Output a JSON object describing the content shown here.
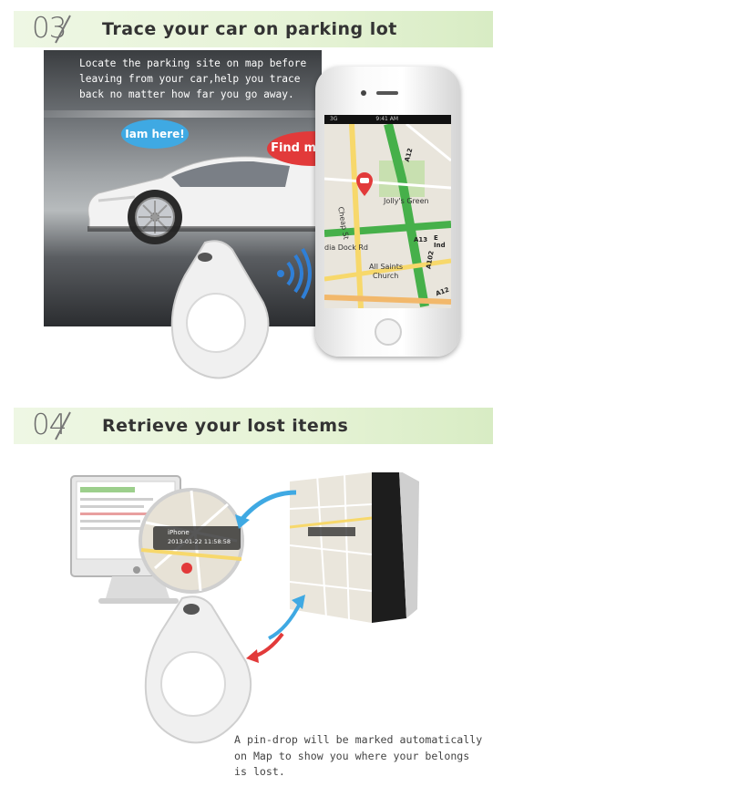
{
  "section1": {
    "number": "03",
    "title": "Trace your car on parking lot",
    "description": [
      "Locate the parking site on map before",
      "leaving from your car,help you trace",
      "back no matter how far you go away."
    ],
    "bubble_left": "Iam here!",
    "bubble_right": "Find my car!",
    "phone": {
      "status_signal": "3G",
      "status_time": "9:41 AM",
      "map_labels": {
        "jollys_green": "Jolly's Green",
        "cheap_st": "Cheap St",
        "dock_rd": "dia Dock Rd",
        "all_saints": "All Saints",
        "church": "Church",
        "a12_top": "A12",
        "a13": "A13",
        "e_ind": "E Ind",
        "a102": "A102",
        "a12_bottom": "A12"
      }
    }
  },
  "section2": {
    "number": "04",
    "title": "Retrieve your lost items",
    "popup": {
      "device": "iPhone",
      "timestamp": "2013-01-22 11:58:58"
    },
    "description": [
      "A pin-drop will be marked automatically",
      "on Map to show you where your belongs",
      "is lost."
    ]
  },
  "colors": {
    "header_green": "#e6f3d6",
    "bubble_blue": "#3fa9e3",
    "bubble_red": "#e23a3a",
    "route_green": "#46b04a"
  }
}
